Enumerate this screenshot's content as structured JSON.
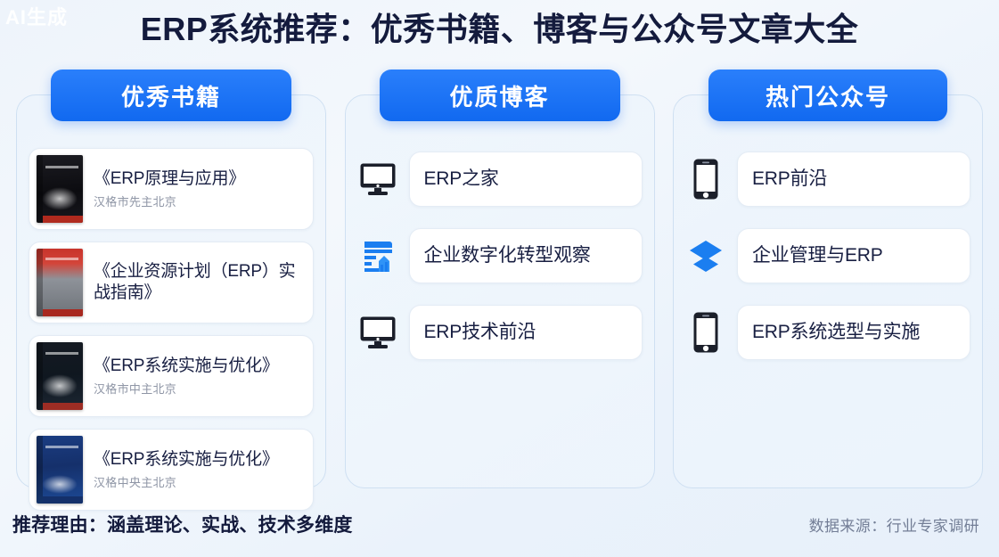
{
  "watermark": "AI生成",
  "title": "ERP系统推荐：优秀书籍、博客与公众号文章大全",
  "columns": {
    "books": {
      "header": "优秀书籍",
      "items": [
        {
          "title": "《ERP原理与应用》",
          "subtitle": "汉格市先主北京",
          "cover": "book-cover-dark"
        },
        {
          "title": "《企业资源计划（ERP）实战指南》",
          "subtitle": "",
          "cover": "book-cover-red"
        },
        {
          "title": "《ERP系统实施与优化》",
          "subtitle": "汉格市中主北京",
          "cover": "book-cover-navy-dark"
        },
        {
          "title": "《ERP系统实施与优化》",
          "subtitle": "汉格中央主北京",
          "cover": "book-cover-blue"
        }
      ]
    },
    "blogs": {
      "header": "优质博客",
      "items": [
        {
          "label": "ERP之家",
          "icon": "monitor-icon"
        },
        {
          "label": "企业数字化转型观察",
          "icon": "bar-chart-report-icon"
        },
        {
          "label": "ERP技术前沿",
          "icon": "monitor-icon"
        }
      ]
    },
    "accounts": {
      "header": "热门公众号",
      "items": [
        {
          "label": "ERP前沿",
          "icon": "smartphone-icon"
        },
        {
          "label": "企业管理与ERP",
          "icon": "layers-diamond-icon"
        },
        {
          "label": "ERP系统选型与实施",
          "icon": "smartphone-icon"
        }
      ]
    }
  },
  "footer": {
    "reason": "推荐理由：涵盖理论、实战、技术多维度",
    "source": "数据来源：行业专家调研"
  },
  "colors": {
    "accent": "#1169f0",
    "title": "#141b3d",
    "muted": "#8f96a6",
    "card_border": "#e4ecf5",
    "panel_border": "#cfe0f2"
  }
}
